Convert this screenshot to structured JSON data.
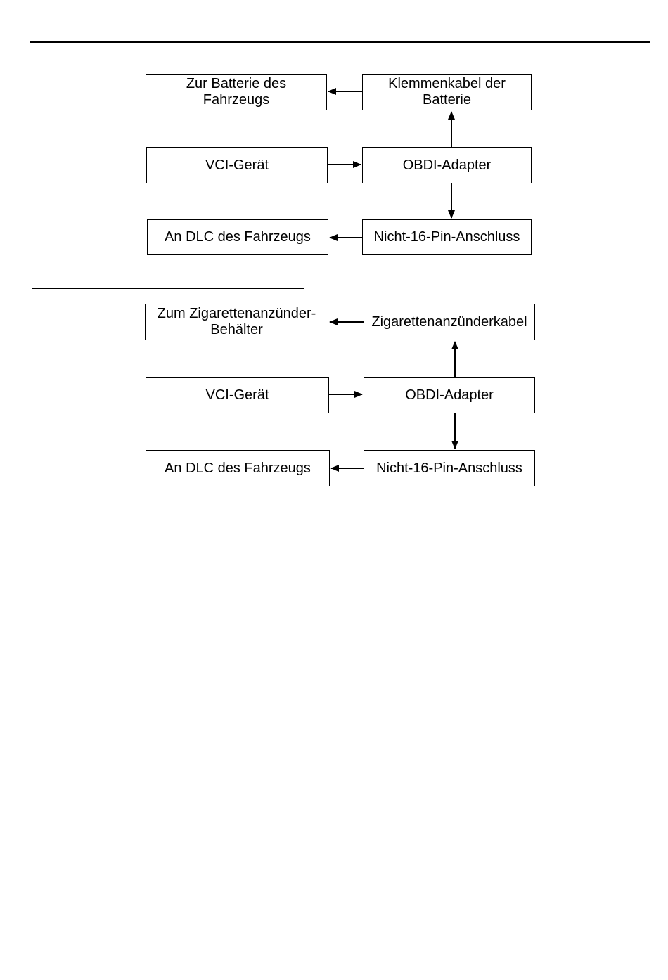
{
  "colors": {
    "line": "#000000",
    "background": "#ffffff"
  },
  "diagram_battery": {
    "target_battery": "Zur Batterie des\nFahrzeugs",
    "clamp_cable": "Klemmenkabel der\nBatterie",
    "vci_device": "VCI-Gerät",
    "obdi_adapter": "OBDI-Adapter",
    "dlc": "An DLC des Fahrzeugs",
    "connector": "Nicht-16-Pin-Anschluss"
  },
  "diagram_cigarette": {
    "target_socket": "Zum Zigarettenanzünder-\nBehälter",
    "lighter_cable": "Zigarettenanzünderkabel",
    "vci_device": "VCI-Gerät",
    "obdi_adapter": "OBDI-Adapter",
    "dlc": "An DLC des Fahrzeugs",
    "connector": "Nicht-16-Pin-Anschluss"
  }
}
